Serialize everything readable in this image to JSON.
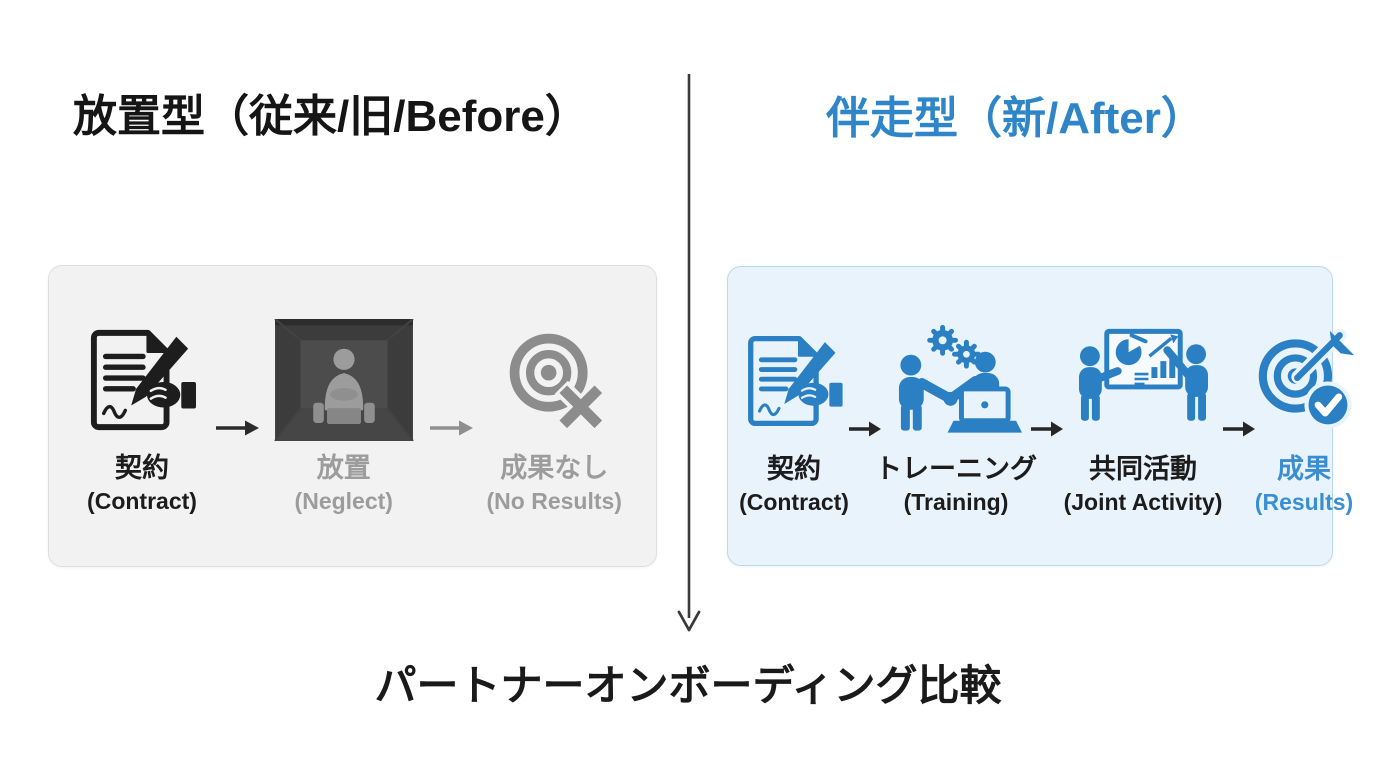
{
  "header": {
    "left_title": "放置型（従来/旧/Before）",
    "right_title": "伴走型（新/After）"
  },
  "before_panel": {
    "steps": [
      {
        "label": "契約",
        "sublabel": "(Contract)",
        "icon": "contract-signing-icon"
      },
      {
        "label": "放置",
        "sublabel": "(Neglect)",
        "icon": "person-abandoned-in-box-icon"
      },
      {
        "label": "成果なし",
        "sublabel": "(No Results)",
        "icon": "target-crossed-out-icon"
      }
    ]
  },
  "after_panel": {
    "steps": [
      {
        "label": "契約",
        "sublabel": "(Contract)",
        "icon": "contract-signing-icon"
      },
      {
        "label": "トレーニング",
        "sublabel": "(Training)",
        "icon": "handshake-gears-laptop-icon"
      },
      {
        "label": "共同活動",
        "sublabel": "(Joint Activity)",
        "icon": "whiteboard-presentation-icon"
      },
      {
        "label": "成果",
        "sublabel": "(Results)",
        "icon": "target-dart-check-icon"
      }
    ]
  },
  "caption": "パートナーオンボーディング比較",
  "colors": {
    "accent_blue": "#2e86c9",
    "icon_blue": "#2b80c4",
    "results_blue": "#3b8ed2",
    "before_panel_bg": "#f2f2f2",
    "before_panel_border": "#dedede",
    "after_panel_bg": "#e9f3fc",
    "after_panel_border": "#b9d9ee",
    "muted_gray": "#9c9c9c",
    "icon_gray": "#8c8c8c",
    "text_dark": "#1c1c1c"
  }
}
